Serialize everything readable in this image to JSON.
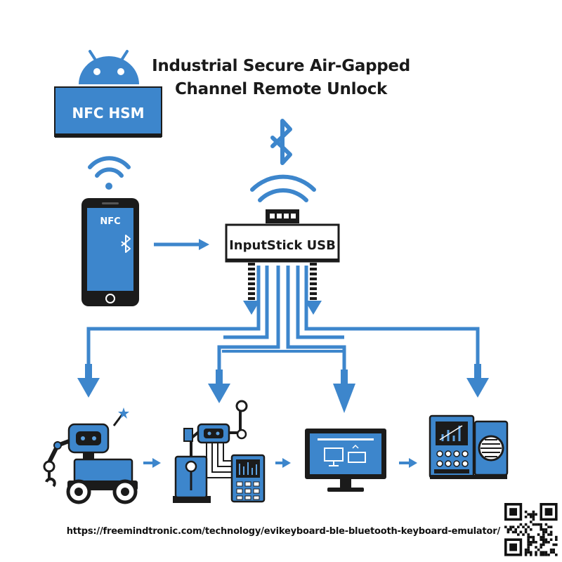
{
  "title": {
    "line1": "Industrial Secure Air-Gapped",
    "line2": "Channel Remote Unlock"
  },
  "nodes": {
    "nfc_hsm": "NFC HSM",
    "phone_nfc": "NFC",
    "inputstick": "InputStick USB"
  },
  "footer": {
    "url": "https://freemindtronic.com/technology/evikeyboard-ble-bluetooth-keyboard-emulator/"
  },
  "icons": [
    "android-icon",
    "nfc-wireless-icon",
    "smartphone-icon",
    "bluetooth-icon",
    "usb-dongle-icon",
    "robot-icon",
    "robotic-arm-icon",
    "control-panel-icon",
    "monitor-icon",
    "industrial-machine-icon",
    "qr-code-icon"
  ],
  "colors": {
    "primary_blue": "#3d86cc",
    "dark": "#1b1b1b",
    "light_blue": "#5da1e0"
  }
}
